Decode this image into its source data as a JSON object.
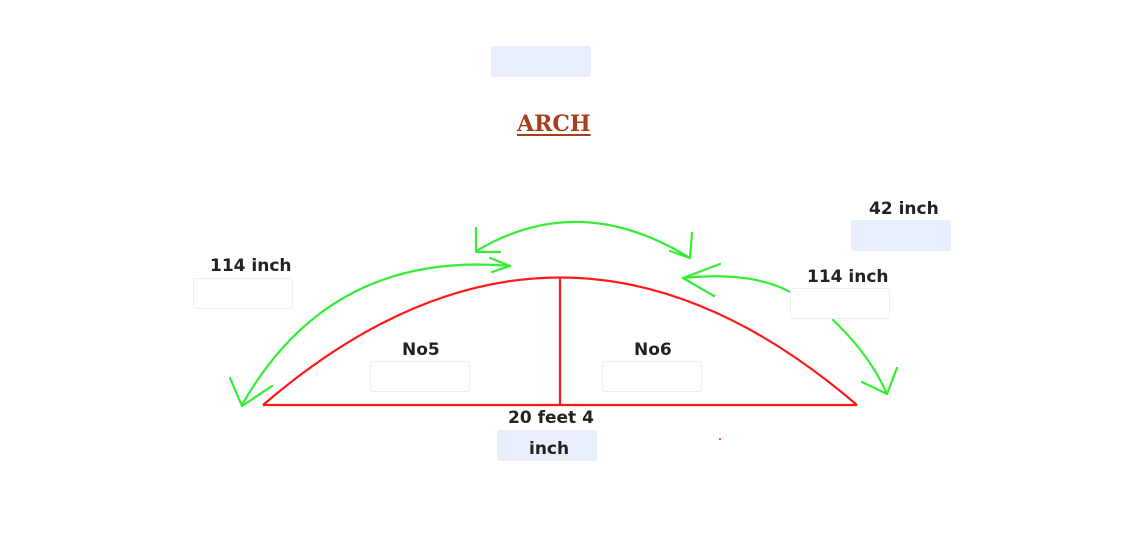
{
  "title": "ARCH",
  "labels": {
    "left_arc": "114 inch",
    "right_arc": "114 inch",
    "top_arc": "42 inch",
    "section_left": "No5",
    "section_right": "No6",
    "base_line1": "20 feet 4",
    "base_line2": "inch"
  },
  "colors": {
    "arch": "#ff1a1a",
    "arrows": "#33ee33",
    "title": "#a6401c",
    "filled_field": "#e8eefb"
  }
}
